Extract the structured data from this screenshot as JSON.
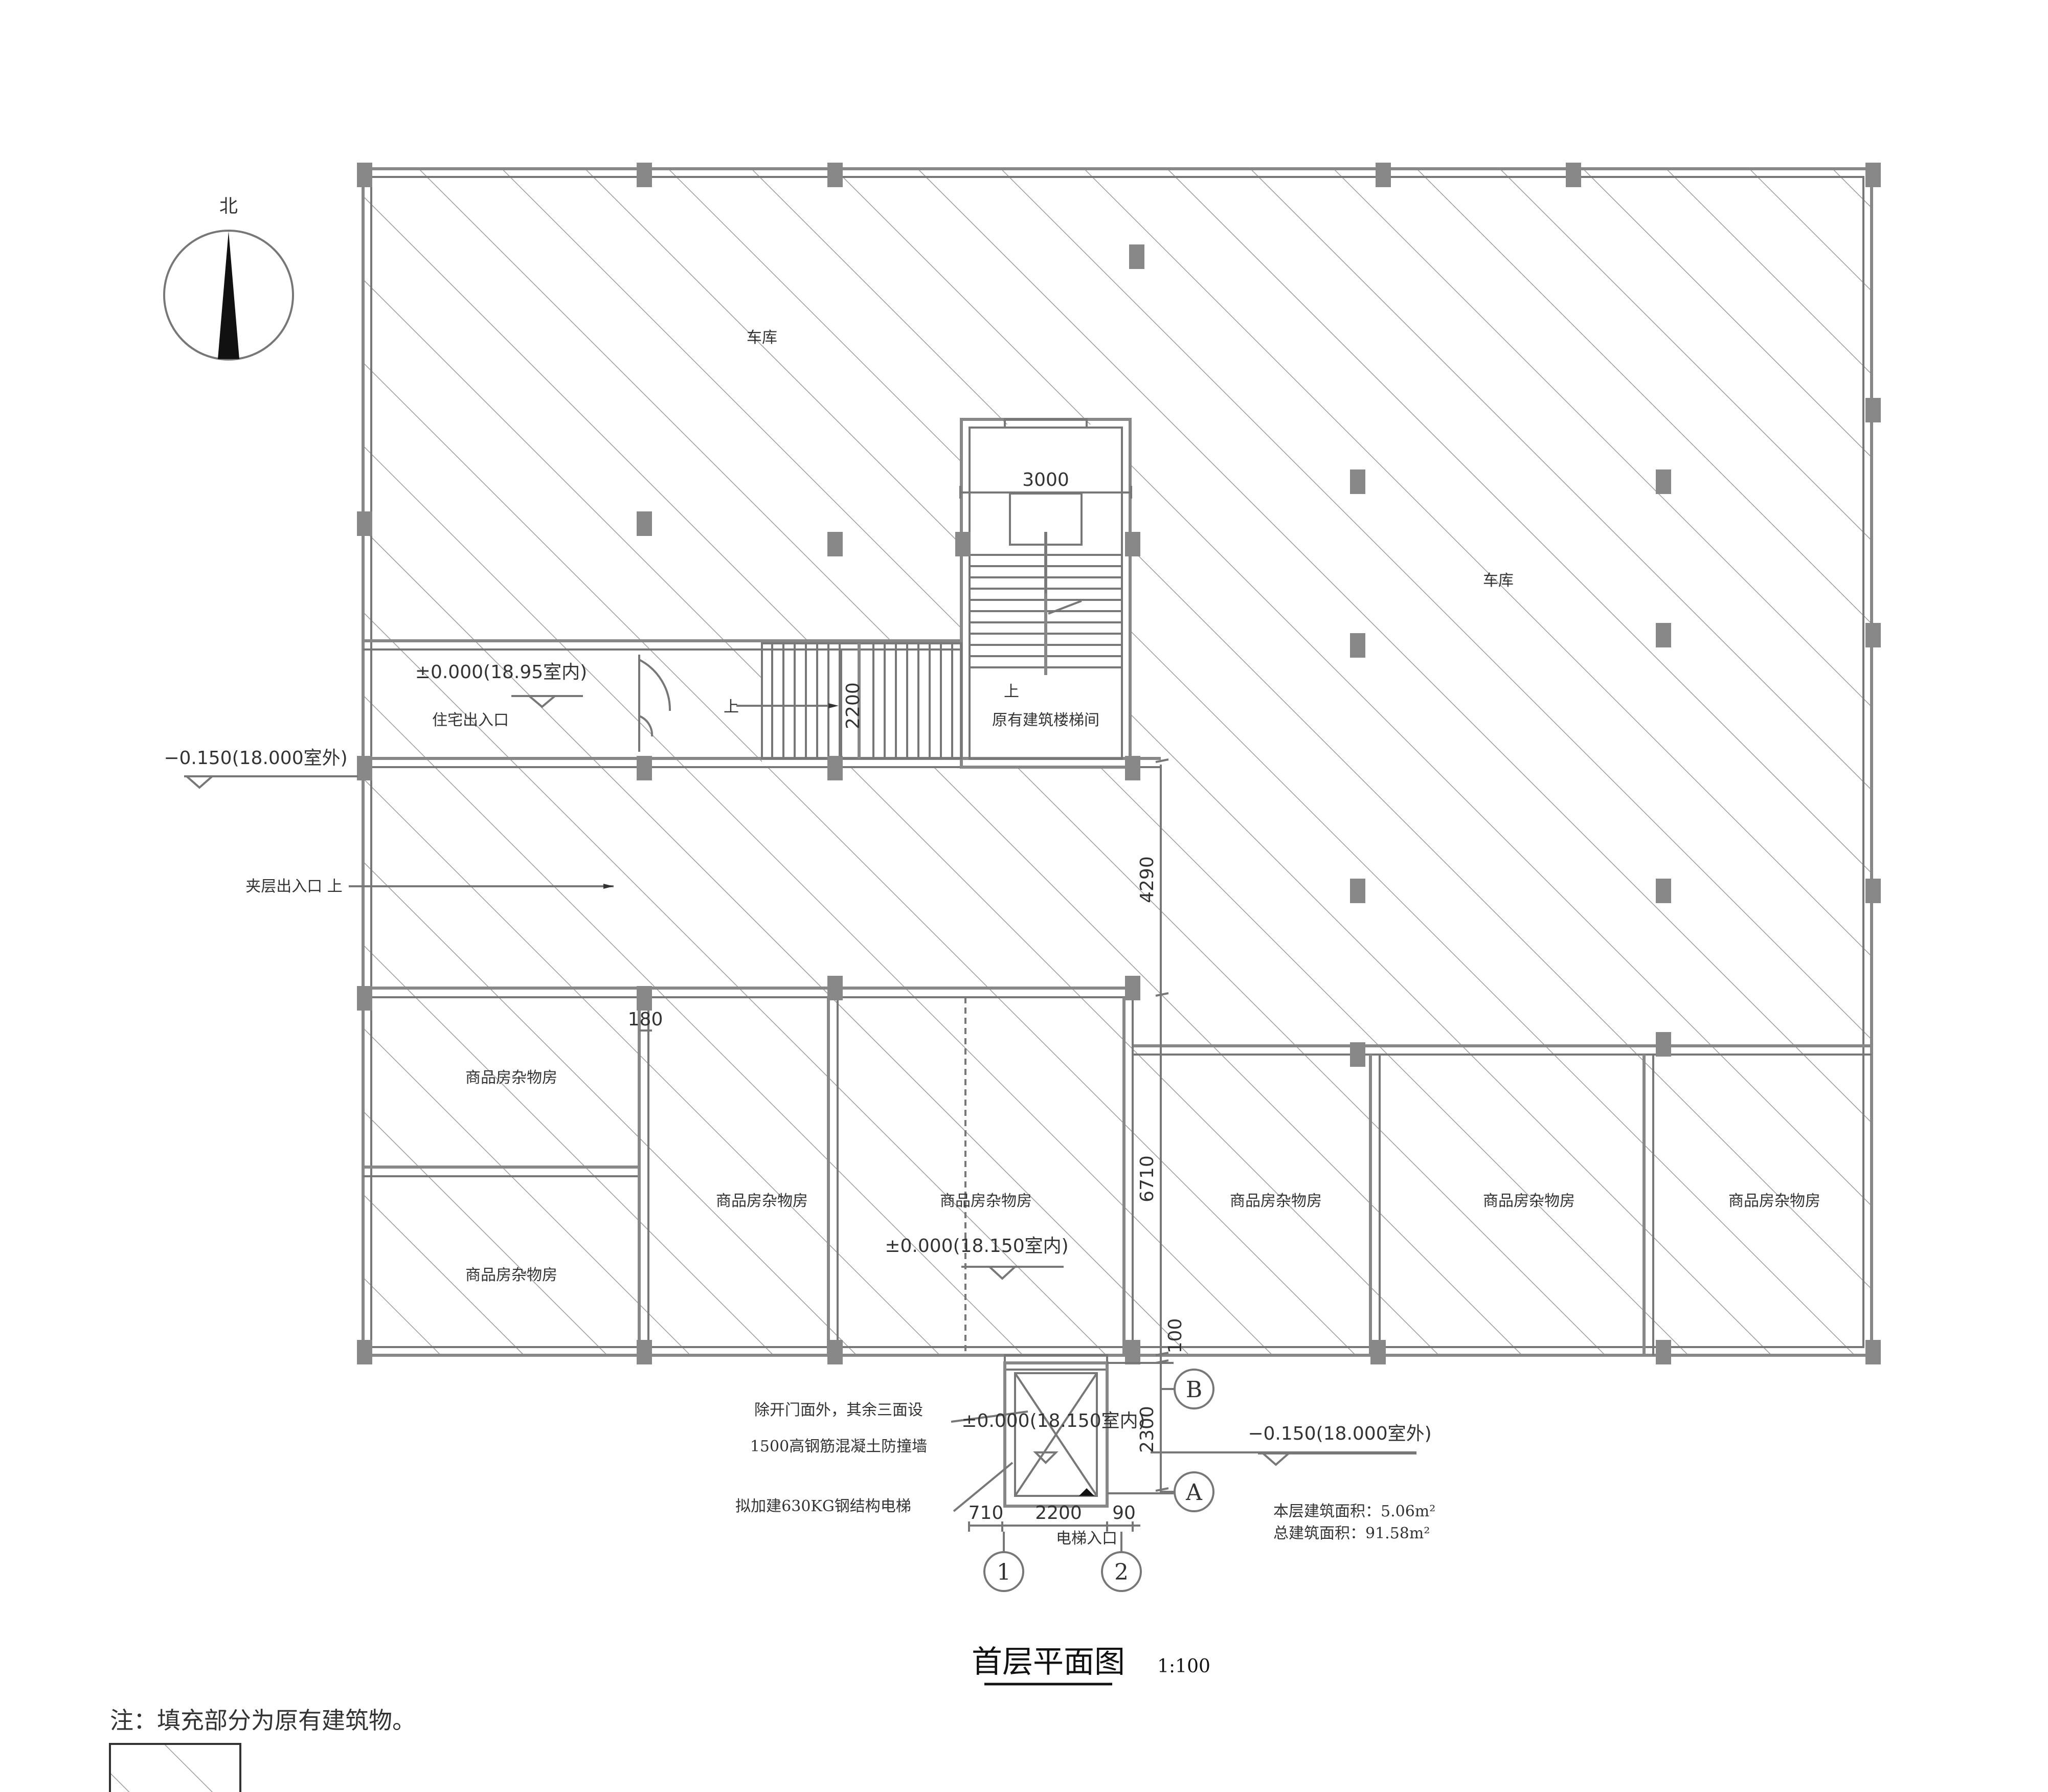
{
  "drawing": {
    "title": "首层平面图",
    "scale": "1:100",
    "north_label": "北",
    "note": "注：填充部分为原有建筑物。"
  },
  "rooms": {
    "garage_north": "车库",
    "garage_east": "车库",
    "residential_entrance": "住宅出入口",
    "mezzanine_entrance": "夹层出入口 上",
    "stair_up_label": "上",
    "existing_stair_up": "上",
    "existing_stairwell": "原有建筑楼梯间",
    "storage": [
      "商品房杂物房",
      "商品房杂物房",
      "商品房杂物房",
      "商品房杂物房",
      "商品房杂物房",
      "商品房杂物房",
      "商品房杂物房"
    ]
  },
  "levels": {
    "residential": "±0.000(18.95室内)",
    "outdoor_west": "−0.150(18.000室外)",
    "storage": "±0.000(18.150室内)",
    "elevator": "±0.000(18.150室内)",
    "outdoor_east": "−0.150(18.000室外)"
  },
  "dimensions": {
    "stair_width": "3000",
    "stair_run": "2200",
    "corridor": "4290",
    "wall_thick": "180",
    "storage_depth": "6710",
    "gap": "100",
    "elevator_depth": "2300",
    "elevator_left": "710",
    "elevator_width": "2200",
    "elevator_right": "90"
  },
  "elevator": {
    "wall_note_line1": "除开门面外，其余三面设",
    "wall_note_line2": "1500高钢筋混凝土防撞墙",
    "proposal": "拟加建630KG钢结构电梯",
    "entrance": "电梯入口"
  },
  "grid_axes": {
    "axis_b": "B",
    "axis_a": "A",
    "axis_1": "1",
    "axis_2": "2"
  },
  "areas": {
    "floor_area": "本层建筑面积：5.06m²",
    "total_area": "总建筑面积：91.58m²"
  }
}
